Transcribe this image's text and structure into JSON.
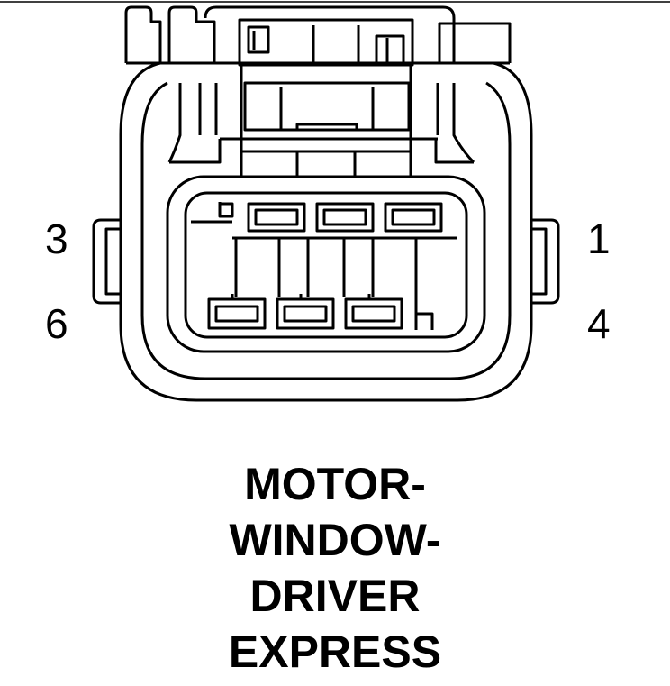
{
  "diagram": {
    "pin_labels": {
      "pin_3": "3",
      "pin_6": "6",
      "pin_1": "1",
      "pin_4": "4"
    },
    "caption_lines": [
      "MOTOR-",
      "WINDOW-",
      "DRIVER",
      "EXPRESS"
    ],
    "colors": {
      "stroke": "#000000",
      "background": "#ffffff"
    }
  }
}
